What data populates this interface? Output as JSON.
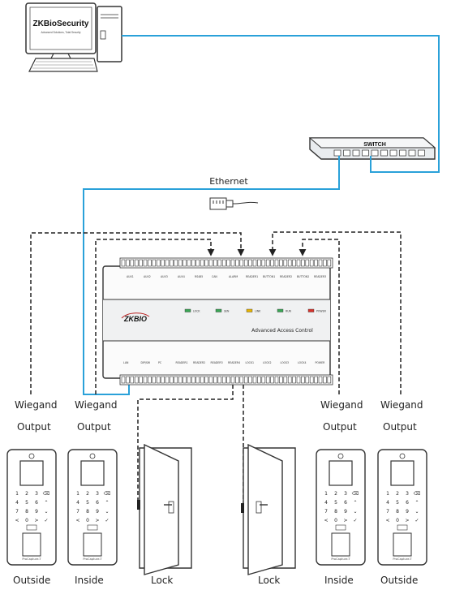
{
  "computer": {
    "brand": "ZKBioSecurity",
    "tagline": "Advanced Solutions, Total Security"
  },
  "switch": {
    "label": "SWITCH"
  },
  "network": {
    "label": "Ethernet"
  },
  "controller": {
    "logo": "ZKBIO",
    "title": "Advanced Access Control",
    "leds": [
      {
        "label": "LOCK",
        "color": "#3aa655"
      },
      {
        "label": "SEN",
        "color": "#3aa655"
      },
      {
        "label": "LINK",
        "color": "#e8b500"
      },
      {
        "label": "RUN",
        "color": "#3aa655"
      },
      {
        "label": "POWER",
        "color": "#d8322b"
      }
    ],
    "top_groups": [
      "AUX1",
      "AUX2",
      "AUX3",
      "AUX4",
      "RS485",
      "CAN",
      "ALARM",
      "READER1",
      "BUTTON1",
      "READER2",
      "BUTTON2",
      "READER3"
    ],
    "bottom_groups": [
      "LAN",
      "DIP/SW",
      "PC",
      "READER1",
      "READER2",
      "READER3",
      "READER4",
      "LOCK1",
      "LOCK2",
      "LOCK3",
      "LOCK4",
      "POWER"
    ]
  },
  "labels": {
    "wiegand_left_1": "Wiegand",
    "output_left_1": "Output",
    "wiegand_left_2": "Wiegand",
    "output_left_2": "Output",
    "wiegand_right_1": "Wiegand",
    "output_right_1": "Output",
    "wiegand_right_2": "Wiegand",
    "output_right_2": "Output"
  },
  "devices": [
    {
      "caption": "Outside",
      "model": "ProCapture-T"
    },
    {
      "caption": "Inside",
      "model": "ProCapture-T"
    },
    {
      "caption": "Lock"
    },
    {
      "caption": "Lock"
    },
    {
      "caption": "Inside",
      "model": "ProCapture-T"
    },
    {
      "caption": "Outside",
      "model": "ProCapture-T"
    }
  ],
  "keypad": [
    "1",
    "2",
    "3",
    "⌫",
    "4",
    "5",
    "6",
    "⌃",
    "7",
    "8",
    "9",
    "⌄",
    "<",
    "0",
    ">",
    "✓"
  ],
  "colors": {
    "ethernet": "#2aa1d9",
    "wiring": "#222222",
    "outline": "#333333"
  }
}
